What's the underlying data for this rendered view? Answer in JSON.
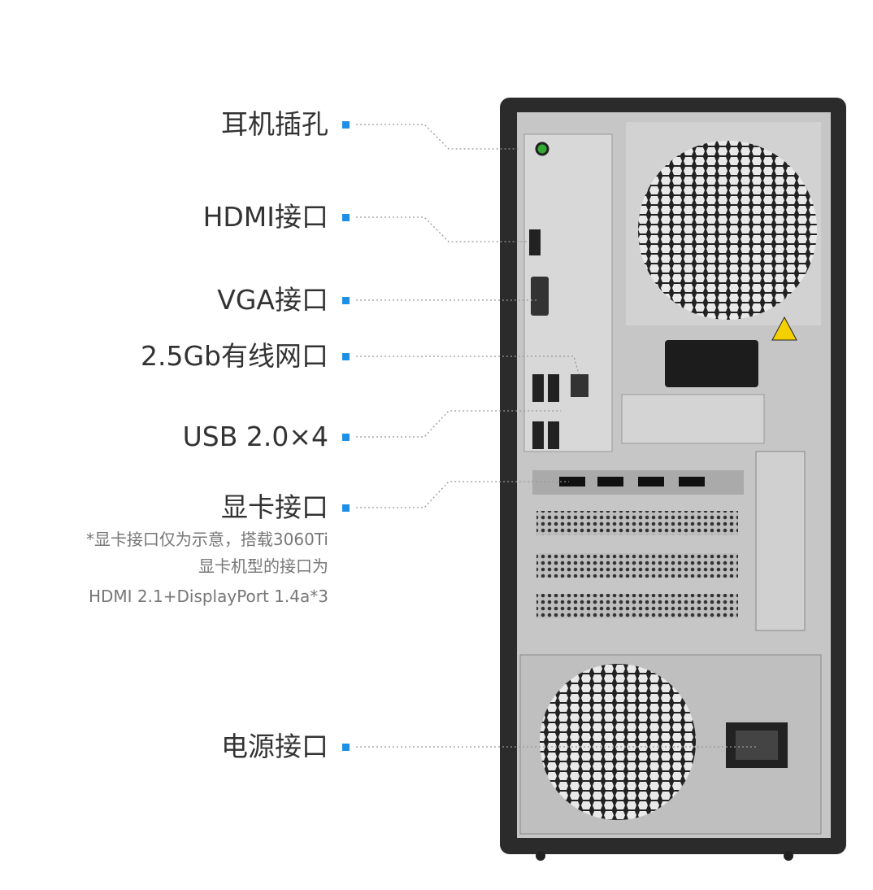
{
  "labels": {
    "headphone": "耳机插孔",
    "hdmi": "HDMI接口",
    "vga": "VGA接口",
    "lan": "2.5Gb有线网口",
    "usb": "USB 2.0×4",
    "gpu": "显卡接口",
    "power": "电源接口"
  },
  "gpu_note": {
    "line1": "*显卡接口仅为示意，搭载3060Ti",
    "line2": "显卡机型的接口为",
    "line3": "HDMI 2.1+DisplayPort 1.4a*3"
  },
  "colors": {
    "marker": "#1e8fe6",
    "text": "#333333",
    "note": "#777777",
    "chassis": "#2b2b2b",
    "panel": "#c9c9c9"
  }
}
